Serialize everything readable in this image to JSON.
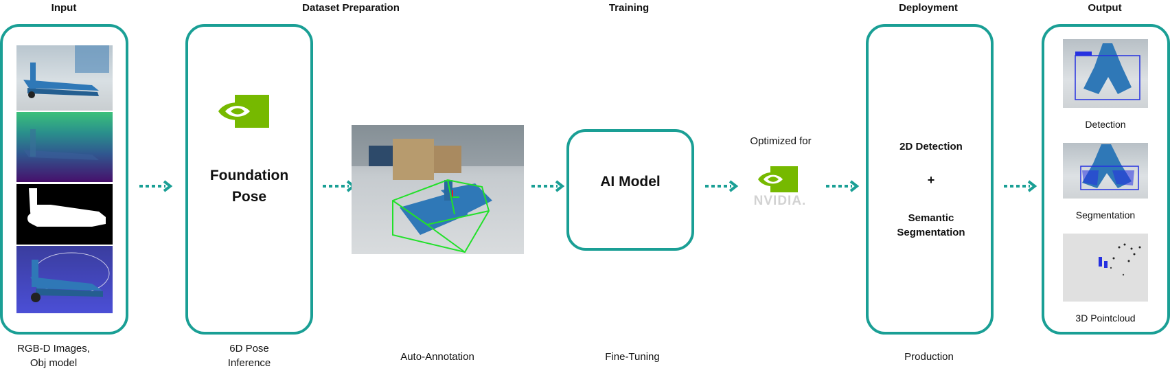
{
  "headers": {
    "input": "Input",
    "dataset": "Dataset Preparation",
    "training": "Training",
    "deployment": "Deployment",
    "output": "Output"
  },
  "captions": {
    "input_line1": "RGB-D Images,",
    "input_line2": "Obj model",
    "pose_line1": "6D Pose",
    "pose_line2": "Inference",
    "auto": "Auto-Annotation",
    "fine": "Fine-Tuning",
    "production": "Production"
  },
  "foundation": {
    "line1": "Foundation",
    "line2": "Pose"
  },
  "ai_model": "AI Model",
  "optimized": {
    "label": "Optimized for",
    "brand": "NVIDIA."
  },
  "deployment_box": {
    "detection": "2D Detection",
    "plus": "+",
    "seg_line1": "Semantic",
    "seg_line2": "Segmentation"
  },
  "outputs": {
    "detection": "Detection",
    "segmentation": "Segmentation",
    "pointcloud": "3D Pointcloud"
  },
  "colors": {
    "teal": "#1a9f95",
    "nvidia_green": "#76b900",
    "depth_top": "#3bc07a",
    "depth_bottom": "#46106b",
    "cad_bg": "#4b4fd6"
  }
}
